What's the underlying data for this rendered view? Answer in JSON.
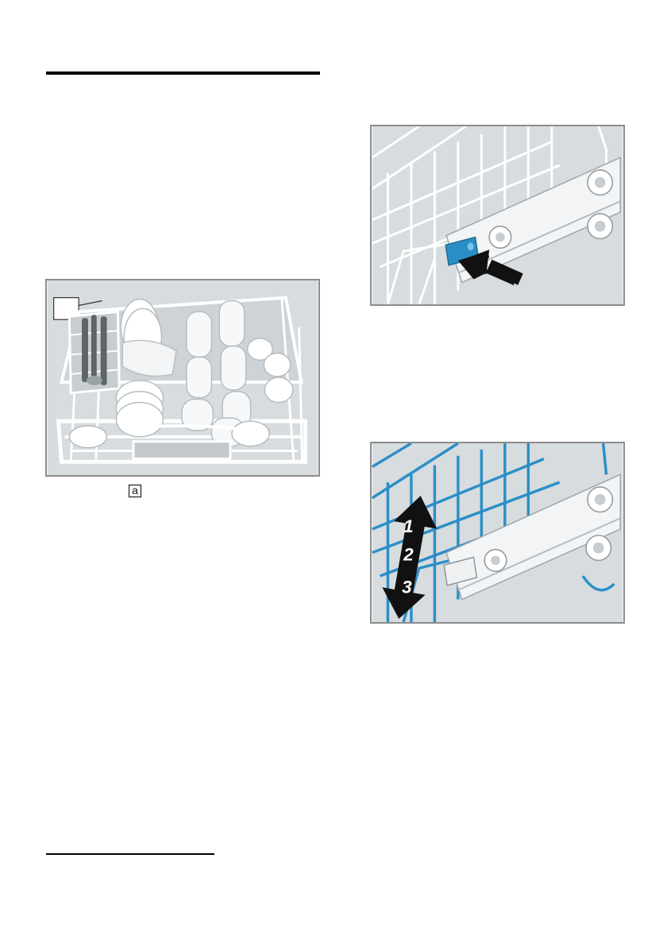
{
  "callout": {
    "ref_label": "a"
  },
  "height_arrow": {
    "levels": [
      "1",
      "2",
      "3"
    ]
  },
  "colors": {
    "figure_bg": "#d7dcdf",
    "rack_wire": "#ffffff",
    "highlight_blue": "#2b8fc7",
    "arrow": "#111111"
  }
}
